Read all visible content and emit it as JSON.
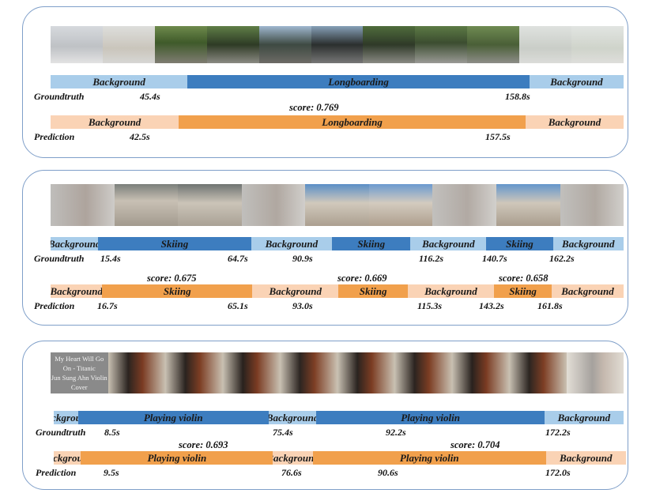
{
  "colors": {
    "gt_action": "#3d7dbf",
    "gt_background": "#a9cdea",
    "pred_action": "#f1a04c",
    "pred_background": "#fad3b5",
    "panel_border": "#7f9fc9"
  },
  "labels": {
    "groundtruth": "Groundtruth",
    "prediction": "Prediction"
  },
  "panels": [
    {
      "gt": {
        "segments": [
          {
            "label": "Background",
            "kind": "bg",
            "start": 0,
            "end": 45.4
          },
          {
            "label": "Longboarding",
            "kind": "action",
            "start": 45.4,
            "end": 158.8
          },
          {
            "label": "Background",
            "kind": "bg",
            "start": 158.8,
            "end": 190
          }
        ],
        "times": [
          "45.4s",
          "158.8s"
        ]
      },
      "pred": {
        "segments": [
          {
            "label": "Background",
            "kind": "bg",
            "start": 0,
            "end": 42.5
          },
          {
            "label": "Longboarding",
            "kind": "action",
            "start": 42.5,
            "end": 157.5
          },
          {
            "label": "Background",
            "kind": "bg",
            "start": 157.5,
            "end": 190
          }
        ],
        "times": [
          "42.5s",
          "157.5s"
        ],
        "scores": [
          "score: 0.769"
        ]
      }
    },
    {
      "gt": {
        "segments": [
          {
            "label": "Background",
            "kind": "bg",
            "start": 0,
            "end": 15.4
          },
          {
            "label": "Skiing",
            "kind": "action",
            "start": 15.4,
            "end": 64.7
          },
          {
            "label": "Background",
            "kind": "bg",
            "start": 64.7,
            "end": 90.9
          },
          {
            "label": "Skiing",
            "kind": "action",
            "start": 90.9,
            "end": 116.2
          },
          {
            "label": "Background",
            "kind": "bg",
            "start": 116.2,
            "end": 140.7
          },
          {
            "label": "Skiing",
            "kind": "action",
            "start": 140.7,
            "end": 162.2
          },
          {
            "label": "Background",
            "kind": "bg",
            "start": 162.2,
            "end": 185
          }
        ],
        "times": [
          "15.4s",
          "64.7s",
          "90.9s",
          "116.2s",
          "140.7s",
          "162.2s"
        ]
      },
      "pred": {
        "segments": [
          {
            "label": "Background",
            "kind": "bg",
            "start": 0,
            "end": 16.7
          },
          {
            "label": "Skiing",
            "kind": "action",
            "start": 16.7,
            "end": 65.1
          },
          {
            "label": "Background",
            "kind": "bg",
            "start": 65.1,
            "end": 93.0
          },
          {
            "label": "Skiing",
            "kind": "action",
            "start": 93.0,
            "end": 115.3
          },
          {
            "label": "Background",
            "kind": "bg",
            "start": 115.3,
            "end": 143.2
          },
          {
            "label": "Skiing",
            "kind": "action",
            "start": 143.2,
            "end": 161.8
          },
          {
            "label": "Background",
            "kind": "bg",
            "start": 161.8,
            "end": 185
          }
        ],
        "times": [
          "16.7s",
          "65.1s",
          "93.0s",
          "115.3s",
          "143.2s",
          "161.8s"
        ],
        "scores": [
          "score: 0.675",
          "score: 0.669",
          "score: 0.658"
        ]
      }
    },
    {
      "title_frame": [
        "My Heart Will Go On - Titanic",
        "Jun Sung Ahn Violin Cover"
      ],
      "gt": {
        "segments": [
          {
            "label": "Background",
            "kind": "bg",
            "start": 0,
            "end": 8.5
          },
          {
            "label": "Playing violin",
            "kind": "action",
            "start": 8.5,
            "end": 75.4
          },
          {
            "label": "Background",
            "kind": "bg",
            "start": 75.4,
            "end": 92.2
          },
          {
            "label": "Playing violin",
            "kind": "action",
            "start": 92.2,
            "end": 172.2
          },
          {
            "label": "Background",
            "kind": "bg",
            "start": 172.2,
            "end": 200
          }
        ],
        "times": [
          "8.5s",
          "75.4s",
          "92.2s",
          "172.2s"
        ]
      },
      "pred": {
        "segments": [
          {
            "label": "Background",
            "kind": "bg",
            "start": 0,
            "end": 9.5
          },
          {
            "label": "Playing violin",
            "kind": "action",
            "start": 9.5,
            "end": 76.6
          },
          {
            "label": "Background",
            "kind": "bg",
            "start": 76.6,
            "end": 90.6
          },
          {
            "label": "Playing violin",
            "kind": "action",
            "start": 90.6,
            "end": 172.0
          },
          {
            "label": "Background",
            "kind": "bg",
            "start": 172.0,
            "end": 200
          }
        ],
        "times": [
          "9.5s",
          "76.6s",
          "90.6s",
          "172.0s"
        ],
        "scores": [
          "score: 0.693",
          "score: 0.704"
        ]
      }
    }
  ]
}
